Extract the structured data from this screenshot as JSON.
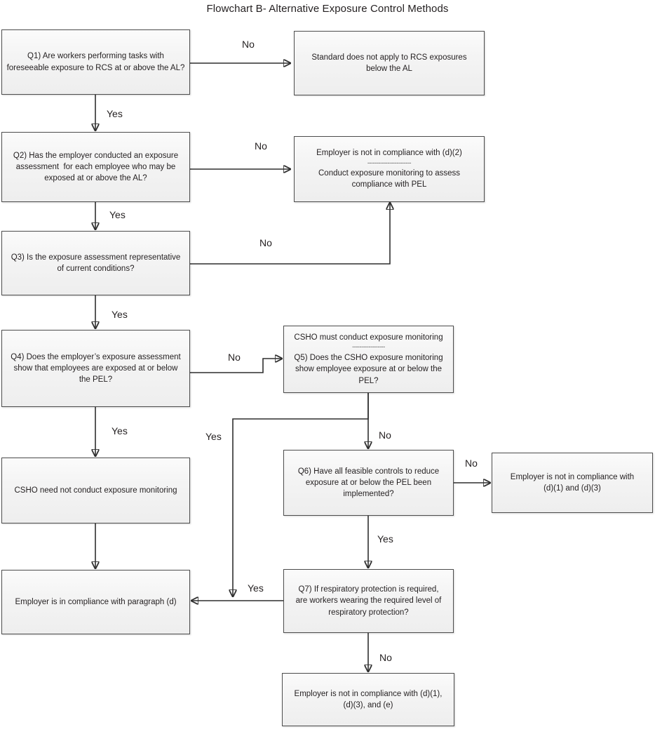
{
  "title": "Flowchart B- Alternative Exposure Control Methods",
  "theme": {
    "page_background": "#ffffff",
    "node_fill_top": "#fbfbfb",
    "node_fill_bottom": "#eeeeee",
    "node_border": "#4d4d4d",
    "text_color": "#231f20",
    "connector_color": "#2f2f2f"
  },
  "nodes": {
    "q1": {
      "line1": "Q1) Are workers performing tasks with",
      "line2": "foreseeable exposure to RCS at or above the AL?"
    },
    "standard_na": {
      "line1": "Standard does not apply to RCS exposures",
      "line2": "below the AL"
    },
    "q2": {
      "line1": "Q2) Has the employer conducted an exposure",
      "line2": "assessment  for each employee who may be",
      "line3": "exposed at or above the AL?"
    },
    "noncompliance_d2": {
      "line1": "Employer is not in compliance with (d)(2)",
      "separator": "------------------------",
      "line2": "Conduct exposure monitoring to assess",
      "line3": "compliance with PEL"
    },
    "q3": {
      "line1": "Q3) Is the exposure assessment representative",
      "line2": "of current conditions?"
    },
    "q4": {
      "line1": "Q4) Does the employer’s exposure assessment",
      "line2": "show that employees are exposed at or below",
      "line3": "the PEL?"
    },
    "q5": {
      "line1": "CSHO must conduct exposure monitoring",
      "separator": "------------------",
      "line2": "Q5) Does the CSHO exposure monitoring",
      "line3": "show employee exposure at or below the",
      "line4": "PEL?"
    },
    "csho_not_needed": {
      "line1": "CSHO need not conduct exposure monitoring"
    },
    "q6": {
      "line1": "Q6) Have all feasible controls to reduce",
      "line2": "exposure at or below the PEL been",
      "line3": "implemented?"
    },
    "noncompliance_d1_d3": {
      "line1": "Employer is not in compliance with",
      "line2": "(d)(1) and (d)(3)"
    },
    "compliance_d": {
      "line1": "Employer is in compliance with paragraph (d)"
    },
    "q7": {
      "line1": "Q7) If respiratory protection is required,",
      "line2": "are workers wearing the required level of",
      "line3": "respiratory protection?"
    },
    "noncompliance_d1_d3_e": {
      "line1": "Employer is not in compliance with (d)(1),",
      "line2": "(d)(3), and (e)"
    }
  },
  "edge_labels": {
    "q1_no": "No",
    "q1_yes": "Yes",
    "q2_no": "No",
    "q2_yes": "Yes",
    "q3_no": "No",
    "q3_yes": "Yes",
    "q4_no": "No",
    "q4_yes": "Yes",
    "q5_yes": "Yes",
    "q5_no": "No",
    "q6_no": "No",
    "q6_yes": "Yes",
    "q7_yes": "Yes",
    "q7_no": "No"
  }
}
